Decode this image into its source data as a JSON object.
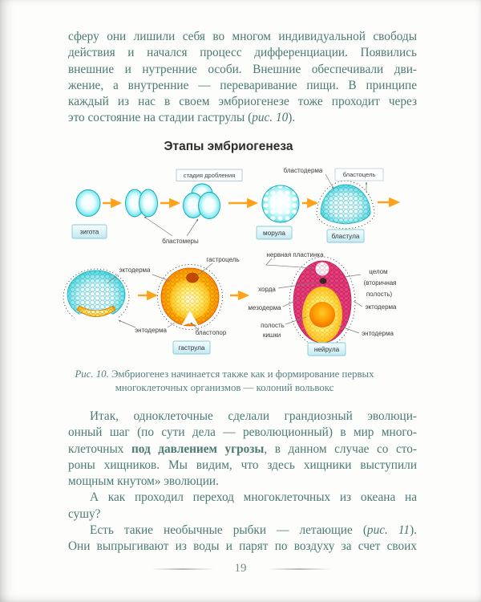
{
  "page": {
    "number": "19"
  },
  "colors": {
    "body_text": "#4c7a73",
    "title_text": "#2d2d2d",
    "caption_text": "#547e80",
    "cell_cyan": "#2cc8d4",
    "cell_outline": "#0aa9bc",
    "arrow_orange": "#ffa21a",
    "yolk_yellow": "#fbc02d",
    "neurula_pink": "#e8417a",
    "label_box_cyan": "#c3e9f2"
  },
  "intro": {
    "line1": "сферу они лишили себя во многом индивидуальной свободы",
    "line2": "действия и начался процесс дифференциации. Появились",
    "line3": "внешние и нутренние особи. Внешние обеспечивали дви-",
    "line4": "жение, а внутренние — переваривание пищи. В принципе",
    "line5": "каждый из нас в своем эмбриогенезе тоже проходит через",
    "line6_pre": "это состояние на стадии гаструлы (",
    "line6_ref": "рис. 10",
    "line6_post": ")."
  },
  "figure": {
    "title": "Этапы эмбриогенеза",
    "boxes": {
      "zygote": "зигота",
      "cleavage": "стадия дробления",
      "morula": "морула",
      "blastula": "бластула",
      "blastocoel": "бластоцель",
      "gastrula": "гаструла",
      "neurula": "нейрула"
    },
    "labels": {
      "blastomeres": "бластомеры",
      "blastoderm": "бластодерма",
      "ectoderm_left": "эктодерма",
      "endoderm_left": "энтодерма",
      "gastrocoel": "гастроцель",
      "blastopore": "бластопор",
      "neural_plate": "нервная пластинка",
      "notochord": "хорда",
      "mesoderm": "мезодерма",
      "gut_cavity_line1": "полость",
      "gut_cavity_line2": "кишки",
      "coelom_line1": "целом",
      "coelom_line2": "(вторичная",
      "coelom_line3": "полость)",
      "ectoderm_right": "эктодерма",
      "endoderm_right": "энтодерма"
    }
  },
  "caption": {
    "ref": "Рис. 10.",
    "line1_rest": " Эмбриогенез начинается также как и формирование первых",
    "line2": "многоклеточных организмов — колоний вольвокс"
  },
  "body": {
    "line1": "Итак, одноклеточные сделали грандиозный эволюци-",
    "line2": "онный шаг (по сути дела — революционный) в мир много-",
    "line3_pre": "клеточных ",
    "line3_bold": "под давлением угрозы",
    "line3_post": ", в данном случае со сто-",
    "line4": "роны хищников. Мы видим, что здесь хищники выступили",
    "line5": "мощным кнутом» эволюции.",
    "line6": "А как проходил переход многоклеточных из океана на",
    "line7": "сушу?",
    "line8_pre": "Есть такие необычные рыбки — летающие (",
    "line8_ref": "рис. 11",
    "line8_post": ").",
    "line9": "Они выпрыгивают из воды и парят по воздуху за счет своих"
  }
}
